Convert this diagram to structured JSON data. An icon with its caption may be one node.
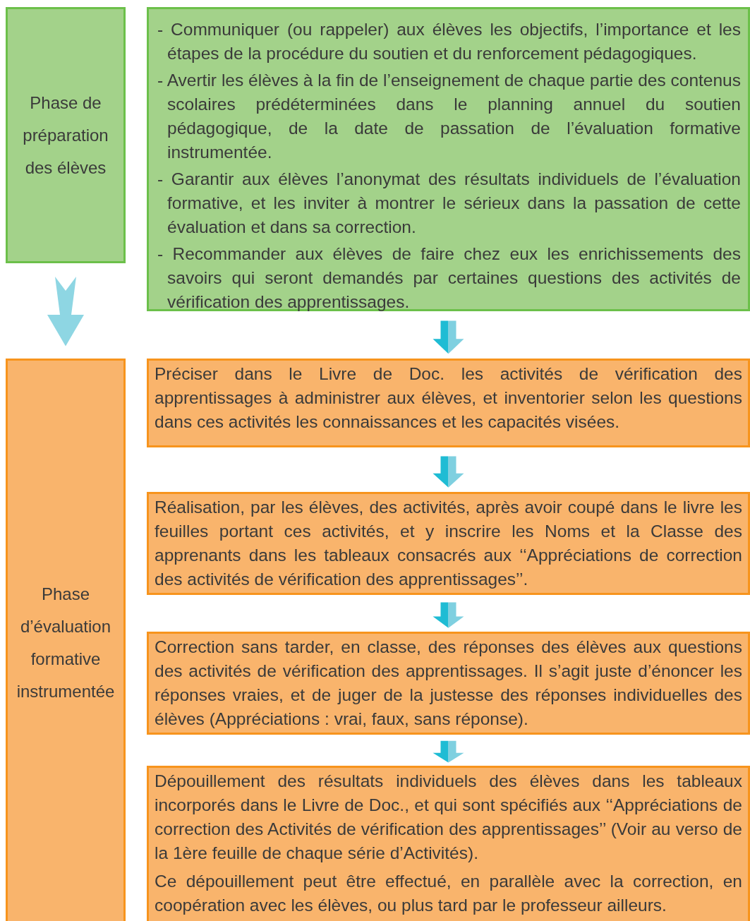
{
  "diagram": {
    "nodes": [
      {
        "text": [
          "Phase de préparation des élèves"
        ]
      },
      {
        "text": [
          "- Communiquer (ou rappeler) aux élèves les objectifs, l’importance et les étapes de la procédure du soutien et du renforcement pédagogiques.",
          "- Avertir les élèves à la fin de l’enseignement de chaque partie des contenus scolaires prédéterminées dans le planning annuel du soutien pédagogique, de la date de passation de l’évaluation formative instrumentée.",
          "- Garantir aux élèves l’anonymat des résultats individuels de l’évaluation formative, et les inviter à montrer le sérieux dans la passation de cette évaluation et dans sa correction.",
          "- Recommander aux élèves de faire chez eux les enrichissements des savoirs qui seront demandés par certaines questions des activités de vérification des apprentissages."
        ]
      },
      {
        "text": [
          "Phase d’évaluation formative instrumentée"
        ]
      },
      {
        "text": [
          "Préciser dans le Livre de Doc. les activités de vérification des apprentissages à administrer aux élèves, et inventorier selon les questions dans ces activités les connaissances et les capacités visées."
        ]
      },
      {
        "text": [
          "Réalisation, par les élèves, des activités, après avoir coupé dans le livre les feuilles portant ces activités, et y inscrire les Noms et la Classe des apprenants dans les tableaux consacrés aux ‘‘Appréciations de correction des activités de vérification des apprentissages’’."
        ]
      },
      {
        "text": [
          "Correction sans tarder, en classe, des réponses des élèves aux questions des activités de vérification des apprentissages. Il s’agit juste d’énoncer les réponses vraies, et de juger de la justesse des réponses individuelles des élèves (Appréciations : vrai, faux, sans réponse)."
        ]
      },
      {
        "text": [
          "Dépouillement des résultats individuels des élèves dans les tableaux incorporés dans le Livre de Doc., et qui sont spécifiés aux ‘‘Appréciations de correction des Activités de vérification des apprentissages’’ (Voir au verso de la 1ère feuille de chaque série d’Activités).",
          "Ce dépouillement peut être effectué, en parallèle avec la correction, en coopération avec les élèves, ou plus tard par le professeur ailleurs."
        ]
      }
    ],
    "edges": [
      {
        "from": 0,
        "to": 2,
        "arrow": "to",
        "color": "#8ed6e3"
      },
      {
        "from": 1,
        "to": 3,
        "arrow": "to"
      },
      {
        "from": 3,
        "to": 4,
        "arrow": "to"
      },
      {
        "from": 4,
        "to": 5,
        "arrow": "to"
      },
      {
        "from": 5,
        "to": 6,
        "arrow": "to"
      }
    ]
  }
}
